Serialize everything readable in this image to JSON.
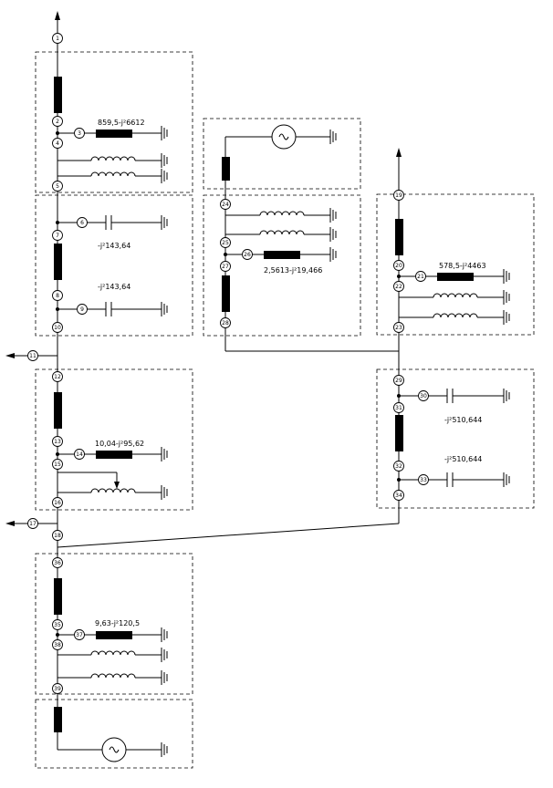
{
  "nodes": [
    "1",
    "2",
    "3",
    "4",
    "5",
    "6",
    "7",
    "8",
    "9",
    "10",
    "11",
    "12",
    "13",
    "14",
    "15",
    "16",
    "17",
    "18",
    "19",
    "20",
    "21",
    "22",
    "23",
    "24",
    "25",
    "26",
    "27",
    "28",
    "29",
    "30",
    "31",
    "32",
    "33",
    "34",
    "35",
    "36",
    "37",
    "38",
    "39"
  ],
  "labels": {
    "l1": "859,5-j²6612",
    "l2": "-j²143,64",
    "l3": "-j²143,64",
    "l4": "10,04-j²95,62",
    "l5": "9,63-j²120,5",
    "l6": "2,5613-j²19,466",
    "l7": "578,5-j²4463",
    "l8": "-j²510,644",
    "l9": "-j²510,644"
  },
  "icons": {
    "source": "ac-source-icon",
    "ground": "ground-icon",
    "arrow": "arrow-icon"
  }
}
